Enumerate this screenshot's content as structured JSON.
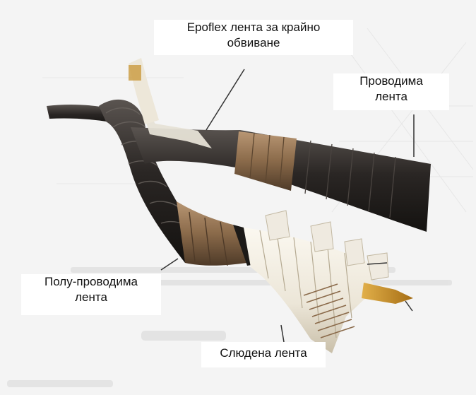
{
  "callouts": {
    "epoflex": {
      "line1": "Epoflex лента за крайно",
      "line2": "обвиване"
    },
    "conductive": {
      "line1": "Проводима",
      "line2": "лента"
    },
    "semi_conductive": {
      "line1": "Полу-проводима",
      "line2": "лента"
    },
    "mica": {
      "line1": "Слюдена лента"
    }
  },
  "colors": {
    "background": "#f4f4f4",
    "conductor_dark": "#2a2624",
    "bronze_tape": "#8a6a4a",
    "mica_tape": "#ece6d8",
    "copper_tip": "#c98b22",
    "leader_line": "#333333"
  }
}
